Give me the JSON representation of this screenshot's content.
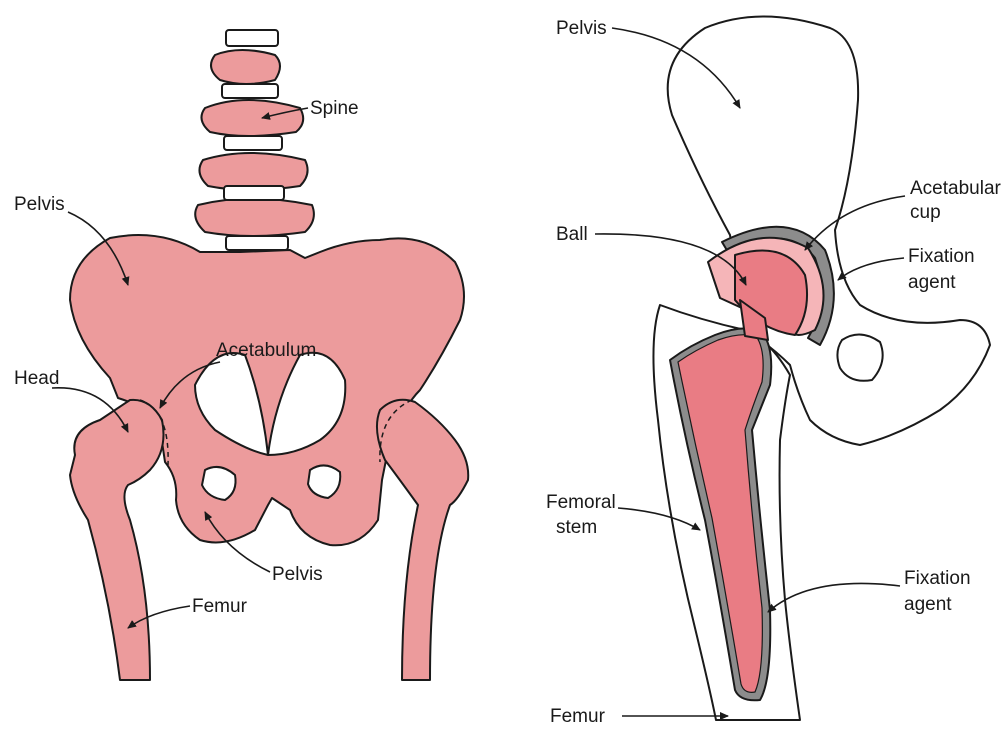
{
  "colors": {
    "bone": "#ec9b9c",
    "implant": "#e97c84",
    "implant_light": "#f5b5b8",
    "coating": "#8c8c8c",
    "ink": "#1a1a1a",
    "background": "#ffffff"
  },
  "left_panel": {
    "labels": {
      "spine": "Spine",
      "pelvis_top": "Pelvis",
      "acetabulum": "Acetabulum",
      "head": "Head",
      "pelvis_bottom": "Pelvis",
      "femur": "Femur"
    }
  },
  "right_panel": {
    "labels": {
      "pelvis": "Pelvis",
      "acetabular_cup_line1": "Acetabular",
      "acetabular_cup_line2": "cup",
      "ball": "Ball",
      "fixation_agent_top_line1": "Fixation",
      "fixation_agent_top_line2": "agent",
      "femoral_stem_line1": "Femoral",
      "femoral_stem_line2": "stem",
      "fixation_agent_bottom_line1": "Fixation",
      "fixation_agent_bottom_line2": "agent",
      "femur": "Femur"
    }
  }
}
